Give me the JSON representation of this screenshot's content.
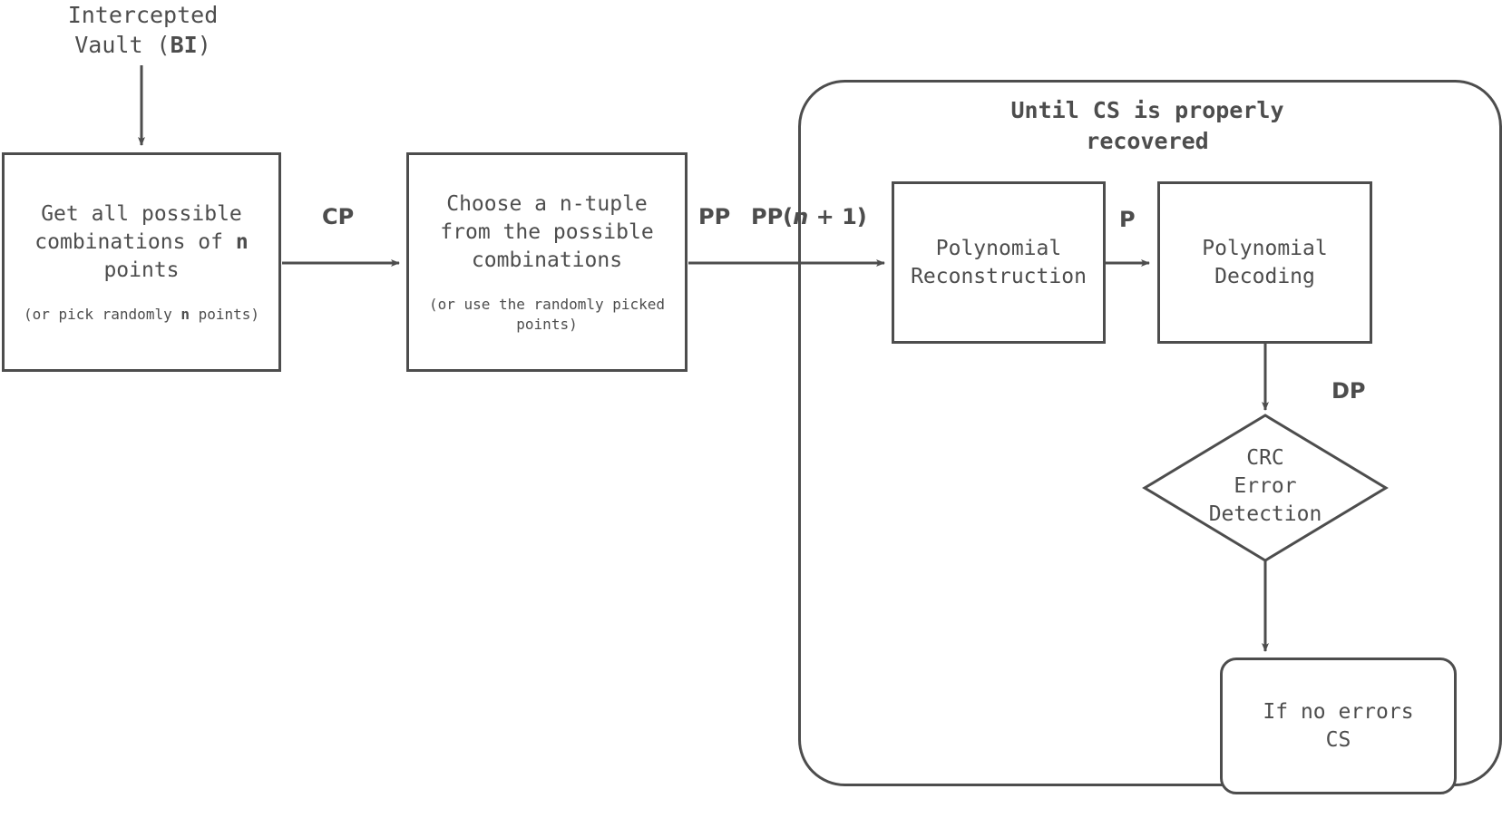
{
  "diagram": {
    "title_node": {
      "label": "Intercepted\nVault (BI)"
    },
    "group": {
      "label": "Until CS is properly\nrecovered"
    },
    "nodes": {
      "get_combinations": {
        "main": "Get all possible\ncombinations of n\npoints",
        "sub": "(or pick randomly n points)"
      },
      "choose_tuple": {
        "main": "Choose a n-tuple\nfrom the possible\ncombinations",
        "sub": "(or use the randomly picked\npoints)"
      },
      "poly_reconstruction": {
        "main": "Polynomial\nReconstruction"
      },
      "poly_decoding": {
        "main": "Polynomial\nDecoding"
      },
      "crc_decision": {
        "main": "CRC\nError\nDetection"
      },
      "result": {
        "main": "If no errors\nCS"
      }
    },
    "edge_labels": {
      "cp": "CP",
      "pp": "PP",
      "pp_n_plus_1_prefix": "PP(",
      "pp_n_plus_1_var": "n",
      "pp_n_plus_1_suffix": " + 1)",
      "p": "P",
      "dp": "DP"
    },
    "colors": {
      "stroke": "#4d4d4d",
      "text": "#4d4d4d",
      "background": "#ffffff"
    }
  }
}
